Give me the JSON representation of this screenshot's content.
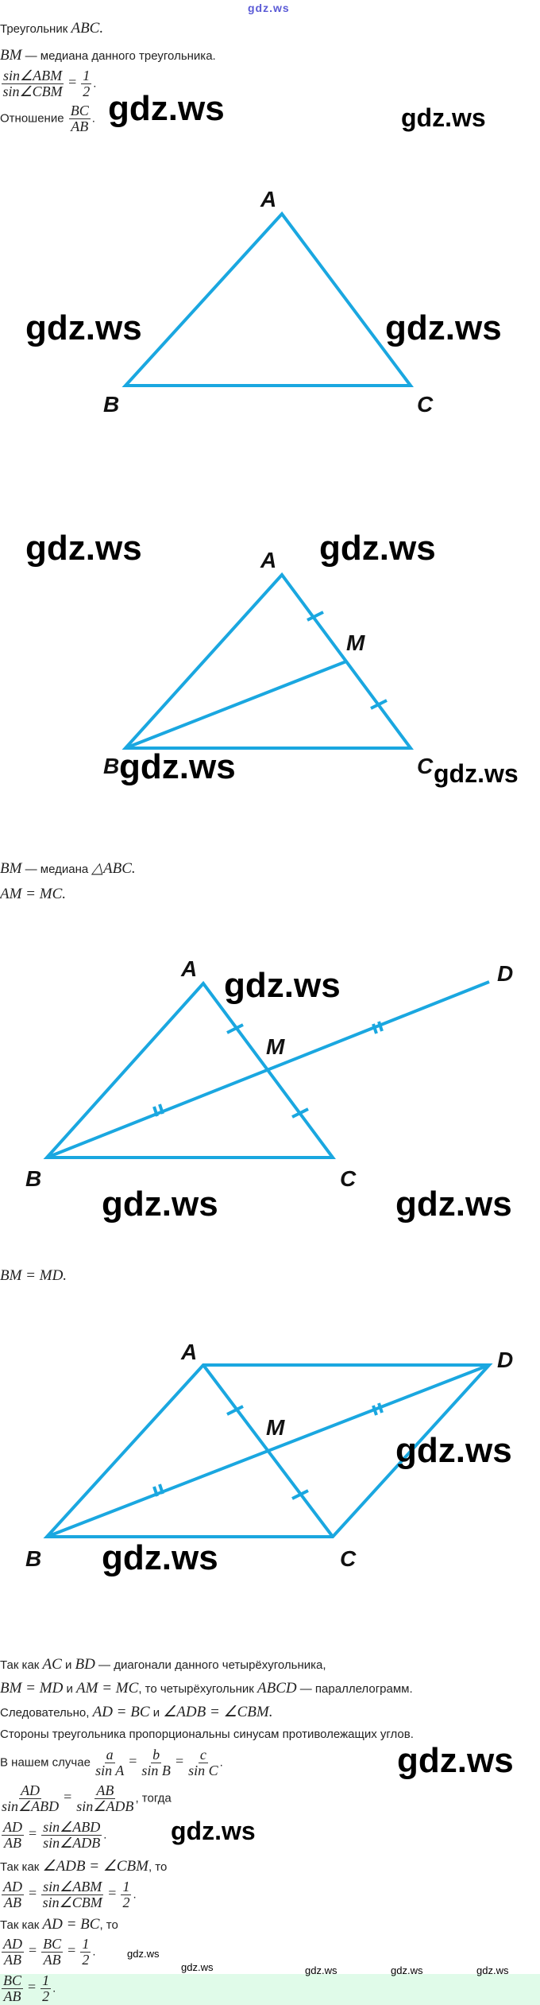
{
  "logo": "gdz.ws",
  "watermark": "gdz.ws",
  "accent": "#1aa7e0",
  "intro": {
    "l1_text": "Треугольник",
    "l1_math": "ABC.",
    "l2_math": "BM",
    "l2_text": "— медиана данного треугольника.",
    "l3_num": "sin∠ABM",
    "l3_den": "sin∠CBM",
    "l3_eq": "=",
    "l3_rnum": "1",
    "l3_rden": "2",
    "l4_text": "Отношение",
    "l4_num": "BC",
    "l4_den": "AB"
  },
  "figure_labels": {
    "A": "A",
    "B": "B",
    "C": "C",
    "M": "M",
    "D": "D"
  },
  "mid": {
    "l1_math": "BM",
    "l1_text": "— медиана",
    "l1_math2": "△ABC.",
    "l2_math": "AM = MC.",
    "l3_math": "BM = MD."
  },
  "solution": {
    "s1": [
      "Так как",
      "AC",
      "и",
      "BD",
      "— диагонали данного четырёхугольника,"
    ],
    "s2": [
      "BM = MD",
      "и",
      "AM = MC",
      ", то четырёхугольник",
      "ABCD",
      "— параллелограмм."
    ],
    "s3": [
      "Следовательно,",
      "AD = BC",
      "и",
      "∠ADB = ∠CBM."
    ],
    "s4": "Стороны треугольника пропорциональны синусам противолежащих углов.",
    "s5": {
      "text": "В нашем случае",
      "f1n": "a",
      "f1d": "sin A",
      "f2n": "b",
      "f2d": "sin B",
      "f3n": "c",
      "f3d": "sin C"
    },
    "s6": {
      "f1n": "AD",
      "f1d": "sin∠ABD",
      "f2n": "AB",
      "f2d": "sin∠ADB",
      "text": ", тогда"
    },
    "s7": {
      "f1n": "AD",
      "f1d": "AB",
      "f2n": "sin∠ABD",
      "f2d": "sin∠ADB"
    },
    "s8": [
      "Так как",
      "∠ADB = ∠CBM",
      ", то"
    ],
    "s9": {
      "f1n": "AD",
      "f1d": "AB",
      "f2n": "sin∠ABM",
      "f2d": "sin∠CBM",
      "f3n": "1",
      "f3d": "2"
    },
    "s10": [
      "Так как",
      "AD = BC",
      ", то"
    ],
    "s11": {
      "f1n": "AD",
      "f1d": "AB",
      "f2n": "BC",
      "f2d": "AB",
      "f3n": "1",
      "f3d": "2"
    },
    "s12": {
      "f1n": "BC",
      "f1d": "AB",
      "f2n": "1",
      "f2d": "2"
    }
  }
}
